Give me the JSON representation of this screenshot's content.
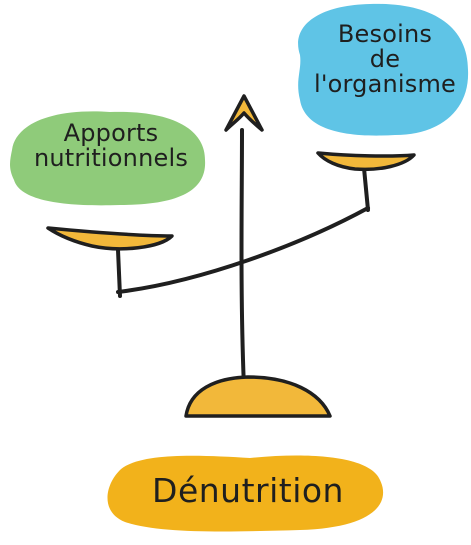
{
  "diagram": {
    "left_label": [
      "Apports",
      "nutritionnels"
    ],
    "right_label": [
      "Besoins",
      "de",
      "l'organisme"
    ],
    "bottom_label": "Dénutrition"
  },
  "colors": {
    "left_blob": "#8fcb7a",
    "right_blob": "#5fc4e6",
    "bottom_blob": "#f2b21b",
    "pan_fill": "#f2b83a",
    "ink": "#1f1f1f",
    "background": "#ffffff"
  }
}
